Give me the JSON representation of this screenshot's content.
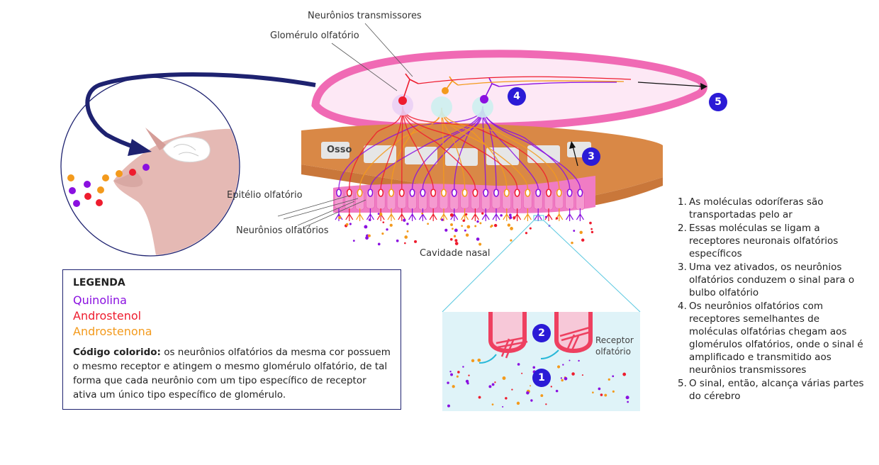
{
  "labels": {
    "transmitters": "Neurônios transmissores",
    "glomerulus": "Glomérulo olfatório",
    "bone": "Osso",
    "epithelium": "Epitélio olfatório",
    "olfactory_neurons": "Neurônios olfatórios",
    "nasal_cavity": "Cavidade nasal",
    "receptor_line1": "Receptor",
    "receptor_line2": "olfatório"
  },
  "badges": [
    "1",
    "2",
    "3",
    "4",
    "5"
  ],
  "legend": {
    "title": "LEGENDA",
    "items": [
      {
        "name": "Quinolina",
        "color": "#8a10e0"
      },
      {
        "name": "Androstenol",
        "color": "#ee1c2e"
      },
      {
        "name": "Androstenona",
        "color": "#f39a1c"
      }
    ],
    "note_bold": "Código colorido:",
    "note_text": " os neurônios olfatórios da mesma cor possuem o mesmo receptor e atingem o mesmo glomérulo olfatório, de tal forma que cada neurônio com um tipo específico de receptor ativa um único tipo específico de glomérulo."
  },
  "steps": [
    {
      "n": "1.",
      "text": "As moléculas odoríferas são transportadas pelo ar"
    },
    {
      "n": "2.",
      "text": "Essas moléculas se ligam a receptores neuronais olfatórios específicos"
    },
    {
      "n": "3.",
      "text": "Uma vez ativados, os neurônios olfatórios conduzem o sinal para o bulbo olfatório"
    },
    {
      "n": "4.",
      "text": "Os neurônios olfatórios com receptores semelhantes de moléculas olfatórias chegam aos glomérulos olfatórios, onde o sinal é amplificado e transmitido aos neurônios transmissores"
    },
    {
      "n": "5.",
      "text": "O sinal, então, alcança várias partes do cérebro"
    }
  ],
  "colors": {
    "navy": "#1e2270",
    "badge": "#2b1bd6",
    "bulb_outline": "#f06ab4",
    "bulb_fill": "#fde8f5",
    "bone_band": "#d98846",
    "bone_blocks": "#e6e6e6",
    "epithelium": "#f07cc4",
    "inset_bg": "#dff3f8",
    "quinolina": "#8a10e0",
    "androstenol": "#ee1c2e",
    "androstenona": "#f39a1c"
  }
}
